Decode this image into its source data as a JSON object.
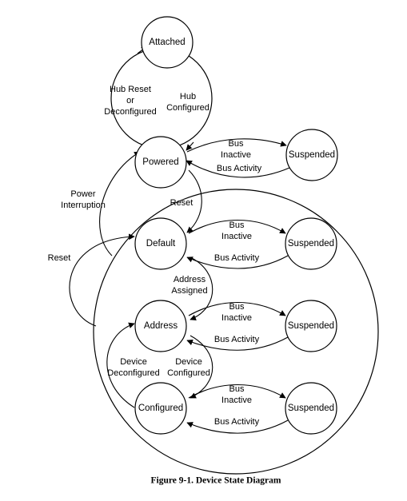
{
  "diagram": {
    "nodes": {
      "attached": "Attached",
      "powered": "Powered",
      "suspended_powered": "Suspended",
      "default": "Default",
      "suspended_default": "Suspended",
      "address": "Address",
      "suspended_address": "Suspended",
      "configured": "Configured",
      "suspended_configured": "Suspended"
    },
    "edges": {
      "hub_reset": [
        "Hub Reset",
        "or",
        "Deconfigured"
      ],
      "hub_configured": [
        "Hub",
        "Configured"
      ],
      "power_interruption": [
        "Power",
        "Interruption"
      ],
      "reset_powered_default": "Reset",
      "reset_outer": "Reset",
      "address_assigned": [
        "Address",
        "Assigned"
      ],
      "device_deconfigured": [
        "Device",
        "Deconfigured"
      ],
      "device_configured": [
        "Device",
        "Configured"
      ],
      "bus_inactive": [
        "Bus",
        "Inactive"
      ],
      "bus_activity": "Bus Activity"
    }
  },
  "caption": "Figure 9-1.  Device State Diagram"
}
